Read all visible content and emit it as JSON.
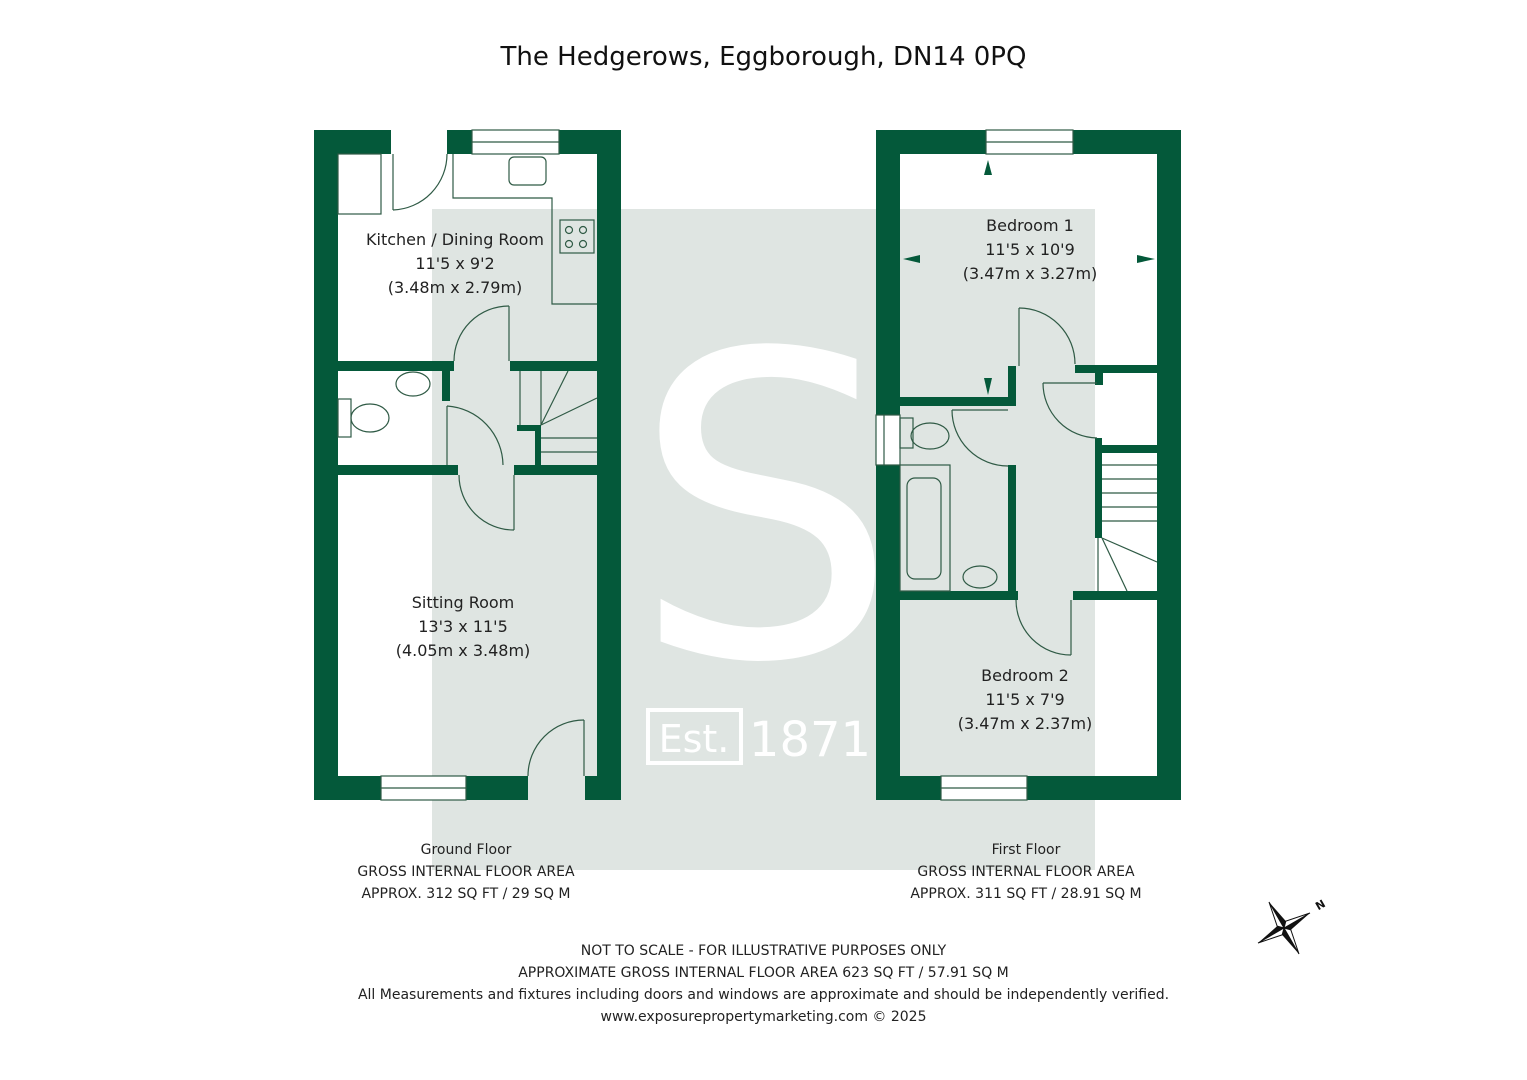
{
  "header": {
    "title": "The Hedgerows, Eggborough, DN14 0PQ"
  },
  "colors": {
    "wall": "#04593a",
    "watermark_bg": "#dfe5e2",
    "line": "#2f5a45",
    "text": "#222222"
  },
  "watermark": {
    "letter": "S",
    "est_label": "Est.",
    "year": "1871"
  },
  "floors": [
    {
      "name": "Ground Floor",
      "area_heading": "GROSS INTERNAL FLOOR AREA",
      "area_value": "APPROX. 312 SQ FT / 29 SQ M",
      "rooms": [
        {
          "name": "Kitchen / Dining Room",
          "imperial": "11'5 x 9'2",
          "metric": "(3.48m x 2.79m)"
        },
        {
          "name": "Sitting Room",
          "imperial": "13'3 x 11'5",
          "metric": "(4.05m x 3.48m)"
        }
      ]
    },
    {
      "name": "First Floor",
      "area_heading": "GROSS INTERNAL FLOOR AREA",
      "area_value": "APPROX. 311 SQ FT / 28.91 SQ M",
      "rooms": [
        {
          "name": "Bedroom 1",
          "imperial": "11'5 x 10'9",
          "metric": "(3.47m x 3.27m)"
        },
        {
          "name": "Bedroom 2",
          "imperial": "11'5 x 7'9",
          "metric": "(3.47m x 2.37m)"
        }
      ]
    }
  ],
  "footer": {
    "line1": "NOT TO SCALE - FOR ILLUSTRATIVE PURPOSES ONLY",
    "line2": "APPROXIMATE GROSS INTERNAL FLOOR AREA 623 SQ FT / 57.91 SQ M",
    "line3": "All Measurements and fixtures including doors and windows are approximate and should be independently verified.",
    "line4": "www.exposurepropertymarketing.com © 2025"
  },
  "compass": {
    "icon": "compass-rose-icon",
    "north_label": "N"
  }
}
